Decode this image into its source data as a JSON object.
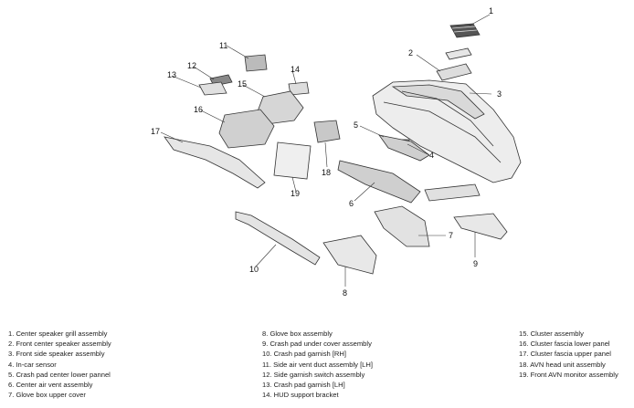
{
  "callouts": [
    "1",
    "2",
    "3",
    "4",
    "5",
    "6",
    "7",
    "8",
    "9",
    "10",
    "11",
    "12",
    "13",
    "14",
    "15",
    "16",
    "17",
    "18",
    "19"
  ],
  "legend": {
    "col1": [
      "1. Center speaker grill assembly",
      "2. Front center speaker assembly",
      "3. Front side speaker assembly",
      "4. In-car sensor",
      "5. Crash pad center lower pannel",
      "6. Center air vent assembly",
      "7. Glove box upper cover"
    ],
    "col2": [
      "8. Glove box assembly",
      "9. Crash pad under cover assembly",
      "10. Crash pad garnish [RH]",
      "11. Side air vent duct assembly [LH]",
      "12. Side garnish switch assembly",
      "13. Crash pad garnish [LH]",
      "14. HUD support bracket"
    ],
    "col3": [
      "15. Cluster assembly",
      "16. Cluster fascia lower panel",
      "17. Cluster fascia upper panel",
      "18. AVN head unit assembly",
      "19. Front AVN monitor assembly"
    ]
  }
}
